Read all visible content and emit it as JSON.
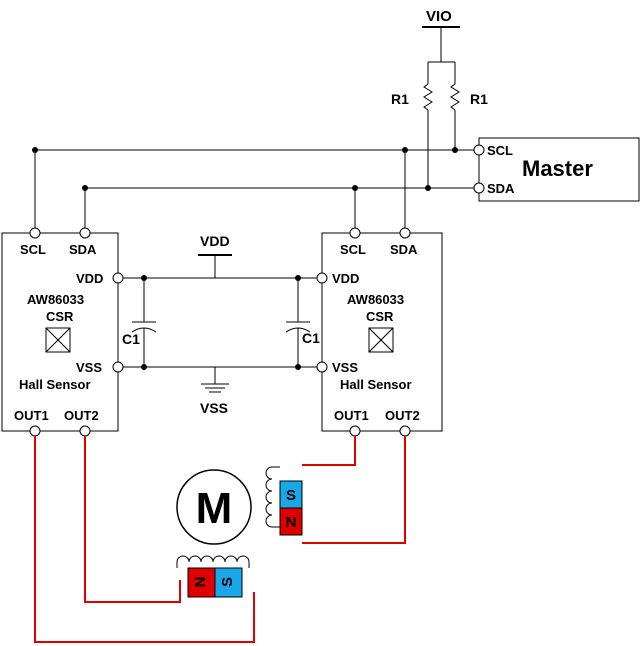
{
  "diagram": {
    "power": {
      "vio": "VIO",
      "vdd": "VDD",
      "vss": "VSS"
    },
    "resistors": [
      "R1",
      "R1"
    ],
    "capacitors": [
      "C1",
      "C1"
    ],
    "master": {
      "label": "Master",
      "pins": [
        "SCL",
        "SDA"
      ]
    },
    "sensors": [
      {
        "top_pins": [
          "SCL",
          "SDA"
        ],
        "side_pins": [
          "VDD",
          "VSS"
        ],
        "part": "AW86033",
        "variant": "CSR",
        "type": "Hall Sensor",
        "out_pins": [
          "OUT1",
          "OUT2"
        ]
      },
      {
        "top_pins": [
          "SCL",
          "SDA"
        ],
        "side_pins": [
          "VDD",
          "VSS"
        ],
        "part": "AW86033",
        "variant": "CSR",
        "type": "Hall Sensor",
        "out_pins": [
          "OUT1",
          "OUT2"
        ]
      }
    ],
    "motor": {
      "label": "M"
    },
    "magnets": [
      {
        "poles": [
          "S",
          "N"
        ]
      },
      {
        "poles": [
          "N",
          "S"
        ]
      }
    ],
    "colors": {
      "wire": "#000000",
      "output_wire": "#e00000",
      "pole_s": "#1aa7e8",
      "pole_n": "#e00000"
    }
  }
}
